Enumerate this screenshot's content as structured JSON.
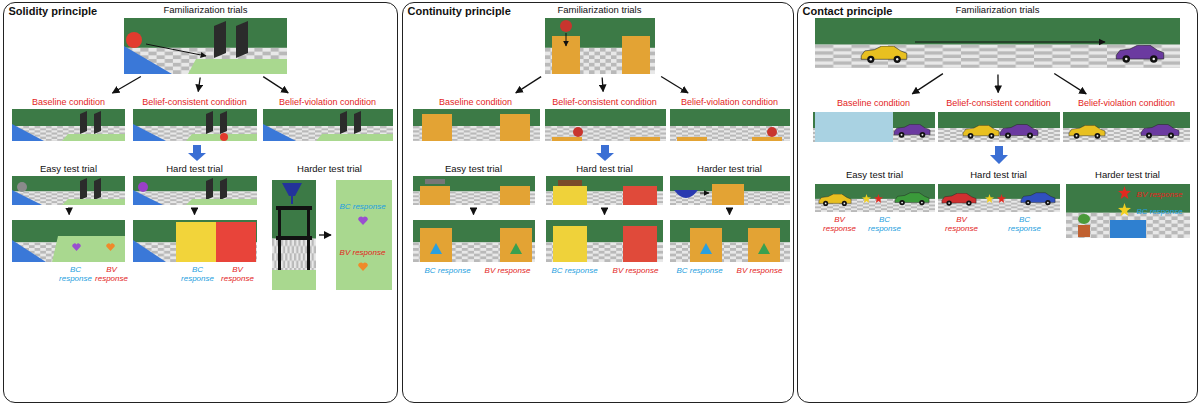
{
  "diagram": {
    "nodes": [
      {
        "text": [
          "Solidity principle"
        ]
      },
      {
        "text": [
          "Familiarization trials"
        ],
        "in": 0
      },
      {
        "text": [
          "Baseline condition"
        ],
        "in": 0
      },
      {
        "text": [
          "Belief-consistent condition"
        ],
        "in": 0
      },
      {
        "text": [
          "Belief-violation condition"
        ],
        "in": 0
      },
      {
        "text": [
          "Easy test trial"
        ],
        "in": 0
      },
      {
        "text": [
          "BC response",
          "BV response"
        ],
        "in": 0
      },
      {
        "text": [
          "Hard test trial"
        ],
        "in": 0
      },
      {
        "text": [
          "BC response",
          "BV response"
        ],
        "in": 0
      },
      {
        "text": [
          "Harder test trial"
        ],
        "in": 0
      },
      {
        "text": [
          "BC response",
          "BV response"
        ],
        "in": 9
      },
      {
        "text": [
          "Continuity principle"
        ]
      },
      {
        "text": [
          "Familiarization trials"
        ],
        "in": 11
      },
      {
        "text": [
          "Baseline condition"
        ],
        "in": 11
      },
      {
        "text": [
          "Belief-consistent condition"
        ],
        "in": 11
      },
      {
        "text": [
          "Belief-violation condition"
        ],
        "in": 11
      },
      {
        "text": [
          "Easy test trial"
        ],
        "in": 11
      },
      {
        "text": [
          "BC response",
          "BV response"
        ],
        "in": 11
      },
      {
        "text": [
          "Hard test trial"
        ],
        "in": 11
      },
      {
        "text": [
          "BC response",
          "BV response"
        ],
        "in": 11
      },
      {
        "text": [
          "Harder test trial"
        ],
        "in": 11
      },
      {
        "text": [
          "BC response",
          "BV response"
        ],
        "in": 11
      },
      {
        "text": [
          "Contact principle"
        ]
      },
      {
        "text": [
          "Familiarization trials"
        ],
        "in": 22
      },
      {
        "text": [
          "Baseline condition"
        ],
        "in": 22
      },
      {
        "text": [
          "Belief-consistent condition"
        ],
        "in": 22
      },
      {
        "text": [
          "Belief-violation condition"
        ],
        "in": 22
      },
      {
        "text": [
          "Easy test trial",
          "BV response",
          "BC response"
        ],
        "in": 22
      },
      {
        "text": [
          "Hard test trial",
          "BV response",
          "BC response"
        ],
        "in": 22
      },
      {
        "text": [
          "Harder test trial",
          "BV response",
          "BC response"
        ],
        "in": 22
      }
    ],
    "edges": [
      {
        "from": 1,
        "to": 2,
        "arrow": "to"
      },
      {
        "from": 1,
        "to": 3,
        "arrow": "to"
      },
      {
        "from": 1,
        "to": 4,
        "arrow": "to"
      },
      {
        "from": 5,
        "to": 6,
        "arrow": "to"
      },
      {
        "from": 7,
        "to": 8,
        "arrow": "to"
      },
      {
        "from": 12,
        "to": 13,
        "arrow": "to"
      },
      {
        "from": 12,
        "to": 14,
        "arrow": "to"
      },
      {
        "from": 12,
        "to": 15,
        "arrow": "to"
      },
      {
        "from": 16,
        "to": 17,
        "arrow": "to"
      },
      {
        "from": 18,
        "to": 19,
        "arrow": "to"
      },
      {
        "from": 20,
        "to": 21,
        "arrow": "to"
      },
      {
        "from": 23,
        "to": 24,
        "arrow": "to"
      },
      {
        "from": 23,
        "to": 25,
        "arrow": "to"
      },
      {
        "from": 23,
        "to": 26,
        "arrow": "to"
      }
    ]
  }
}
